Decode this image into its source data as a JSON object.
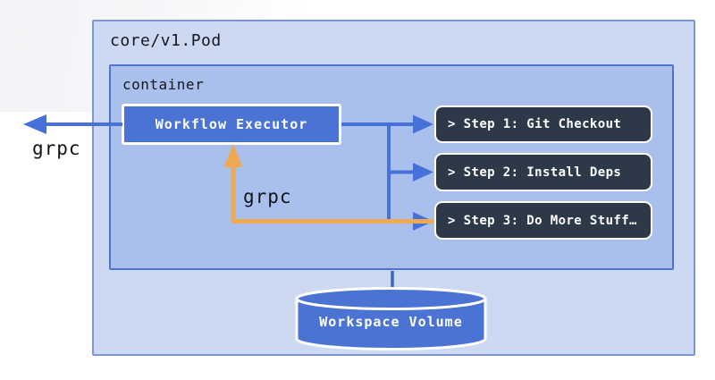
{
  "diagram": {
    "pod": {
      "label": "core/v1.Pod"
    },
    "container": {
      "label": "container"
    },
    "executor": {
      "label": "Workflow Executor"
    },
    "steps": [
      {
        "label": "> Step 1: Git Checkout"
      },
      {
        "label": "> Step 2: Install Deps"
      },
      {
        "label": "> Step 3: Do More Stuff…"
      }
    ],
    "volume": {
      "label": "Workspace Volume"
    },
    "edges": {
      "grpc_out_label": "grpc",
      "grpc_in_label": "grpc"
    },
    "colors": {
      "pod_fill": "#cdd9f3",
      "pod_border": "#7d96da",
      "container_fill": "#a9c0ed",
      "container_border": "#4f74cf",
      "node_fill": "#4a73d4",
      "node_border": "#ffffff",
      "step_fill": "#2d3949",
      "blue_line": "#4671da",
      "orange_line": "#edaa51",
      "label_text": "#15181d"
    }
  }
}
